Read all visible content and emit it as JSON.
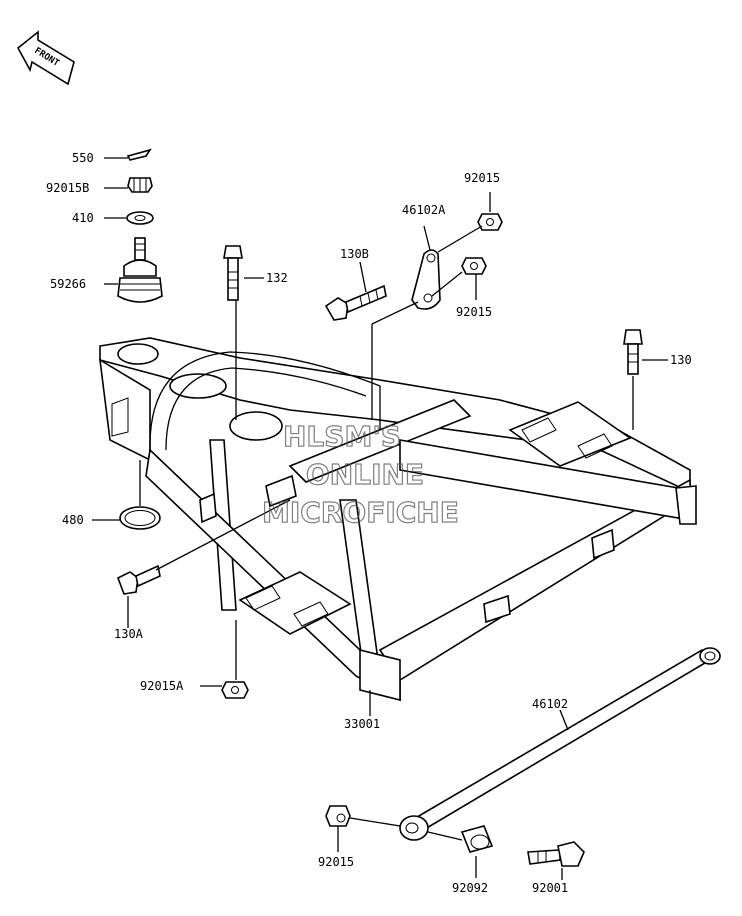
{
  "front_badge": "FRONT",
  "watermark": [
    "HLSM'S",
    "ONLINE",
    "MICROFICHE"
  ],
  "parts": {
    "p550": "550",
    "p92015b": "92015B",
    "p410": "410",
    "p59266": "59266",
    "p480": "480",
    "p130a": "130A",
    "p92015a": "92015A",
    "p132": "132",
    "p130b": "130B",
    "p46102a": "46102A",
    "p92015_top": "92015",
    "p92015_mid": "92015",
    "p130": "130",
    "p33001": "33001",
    "p46102": "46102",
    "p92015_bot": "92015",
    "p92092": "92092",
    "p92001": "92001"
  }
}
